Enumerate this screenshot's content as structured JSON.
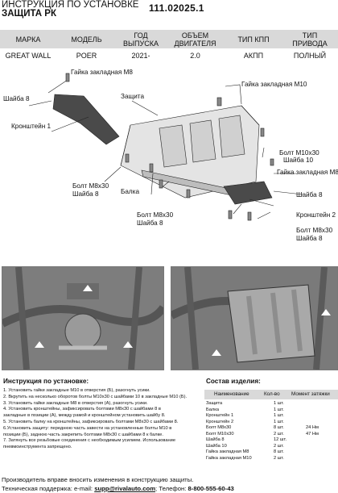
{
  "header": {
    "title": "ИНСТРУКЦИЯ ПО УСТАНОВКЕ",
    "subtitle": "ЗАЩИТА РК",
    "code": "111.02025.1"
  },
  "spec_table": {
    "columns": [
      "МАРКА",
      "МОДЕЛЬ",
      "ГОД\nВЫПУСКА",
      "ОБЪЕМ\nДВИГАТЕЛЯ",
      "ТИП КПП",
      "ТИП\nПРИВОДА"
    ],
    "row": [
      "GREAT WALL",
      "POER",
      "2021-",
      "2.0",
      "АКПП",
      "ПОЛНЫЙ"
    ]
  },
  "callouts": {
    "nut_m8_top": "Гайка закладная М8",
    "washer8_left": "Шайба 8",
    "protection": "Защита",
    "nut_m10": "Гайка закладная М10",
    "bracket1": "Кронштейн 1",
    "bolt_m10": "Болт М10х30",
    "washer10": "Шайба 10",
    "nut_m8_right": "Гайка закладная М8",
    "bolt_m8_a": "Болт М8х30",
    "washer8_a": "Шайба 8",
    "beam": "Балка",
    "washer8_right": "Шайба 8",
    "bracket2": "Кронштейн 2",
    "bolt_m8_b": "Болт М8х30",
    "washer8_b": "Шайба 8",
    "bolt_m8_c": "Болт М8х30",
    "washer8_c": "Шайба 8"
  },
  "instructions": {
    "title": "Инструкция по установке:",
    "steps": [
      "1. Установить гайки закладные М10 в отверстия (Б), разогнуть усики.",
      "2. Вкрутить на несколько оборотов болты М10х30 с шайбами 10 в закладные М10 (Б).",
      "3. Установить гайки закладные М8 в отверстия (А), разогнуть усики.",
      "4. Установить кронштейны, зафиксировать болтами М8х30 с шайбами 8 в",
      "закладные в позиции (А), между рамой и кронштейном установить шайбу 8.",
      "5. Установить балку на кронштейны, зафиксировать болтами М8х30 с шайбами 8.",
      "6.Установить защиту: переднюю часть завести на установленные болты М10 в",
      "позиции (Б), заднюю часть закрепить болтами М8х30 с шайбами 8 к балке.",
      "7. Затянуть все резьбовые соединения с необходимым усилием. Использование",
      "пневмоинструмента запрещено."
    ]
  },
  "kit": {
    "title": "Состав изделия:",
    "headers": [
      "Наименование",
      "Кол-во",
      "Момент затяжки"
    ],
    "rows": [
      [
        "Защита",
        "1 шт.",
        ""
      ],
      [
        "Балка",
        "1 шт.",
        ""
      ],
      [
        "Кронштейн 1",
        "1 шт.",
        ""
      ],
      [
        "Кронштейн 2",
        "1 шт.",
        ""
      ],
      [
        "Болт М8х30",
        "8 шт.",
        "24 Нм"
      ],
      [
        "Болт М10х30",
        "2 шт.",
        "47 Нм"
      ],
      [
        "Шайба 8",
        "12 шт.",
        ""
      ],
      [
        "Шайба 10",
        "2 шт.",
        ""
      ],
      [
        "Гайка закладная М8",
        "8 шт.",
        ""
      ],
      [
        "Гайка закладная М10",
        "2 шт.",
        ""
      ]
    ]
  },
  "footer": {
    "line1": "Производитель вправе вносить изменения в конструкцию защиты.",
    "support_label": "Техническая поддержка:  e-mail: ",
    "email": "supp@rivalauto.com",
    "phone_label": "; Телефон: ",
    "phone": "8-800-555-60-43"
  },
  "colors": {
    "table_header_bg": "#d9d9d9",
    "plate": "#e2e2e2",
    "bracket": "#4a4a4a",
    "photo_bg": "#8a8a8a"
  }
}
